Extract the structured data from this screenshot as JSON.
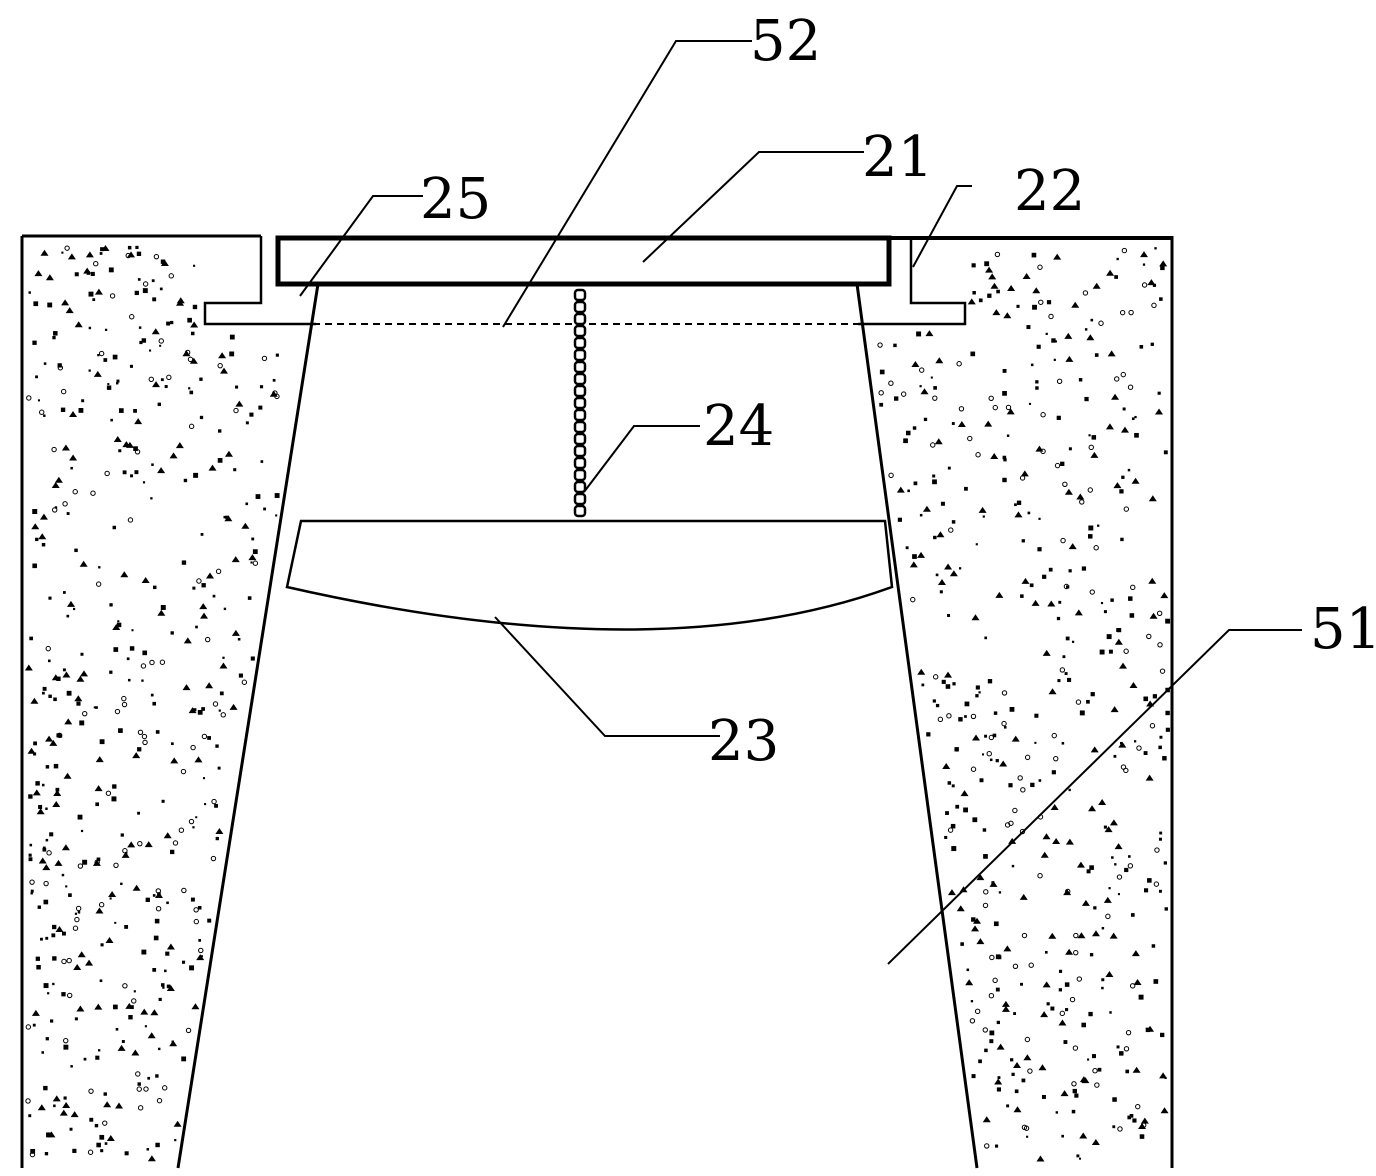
{
  "labels": {
    "cover_plate": "21",
    "ledge_seat": "22",
    "lower_plate": "23",
    "chain": "24",
    "collar": "25",
    "concrete_body": "51",
    "dashed_line": "52"
  },
  "colors": {
    "stroke": "#000000",
    "background": "#ffffff",
    "speckle": "#000000"
  }
}
